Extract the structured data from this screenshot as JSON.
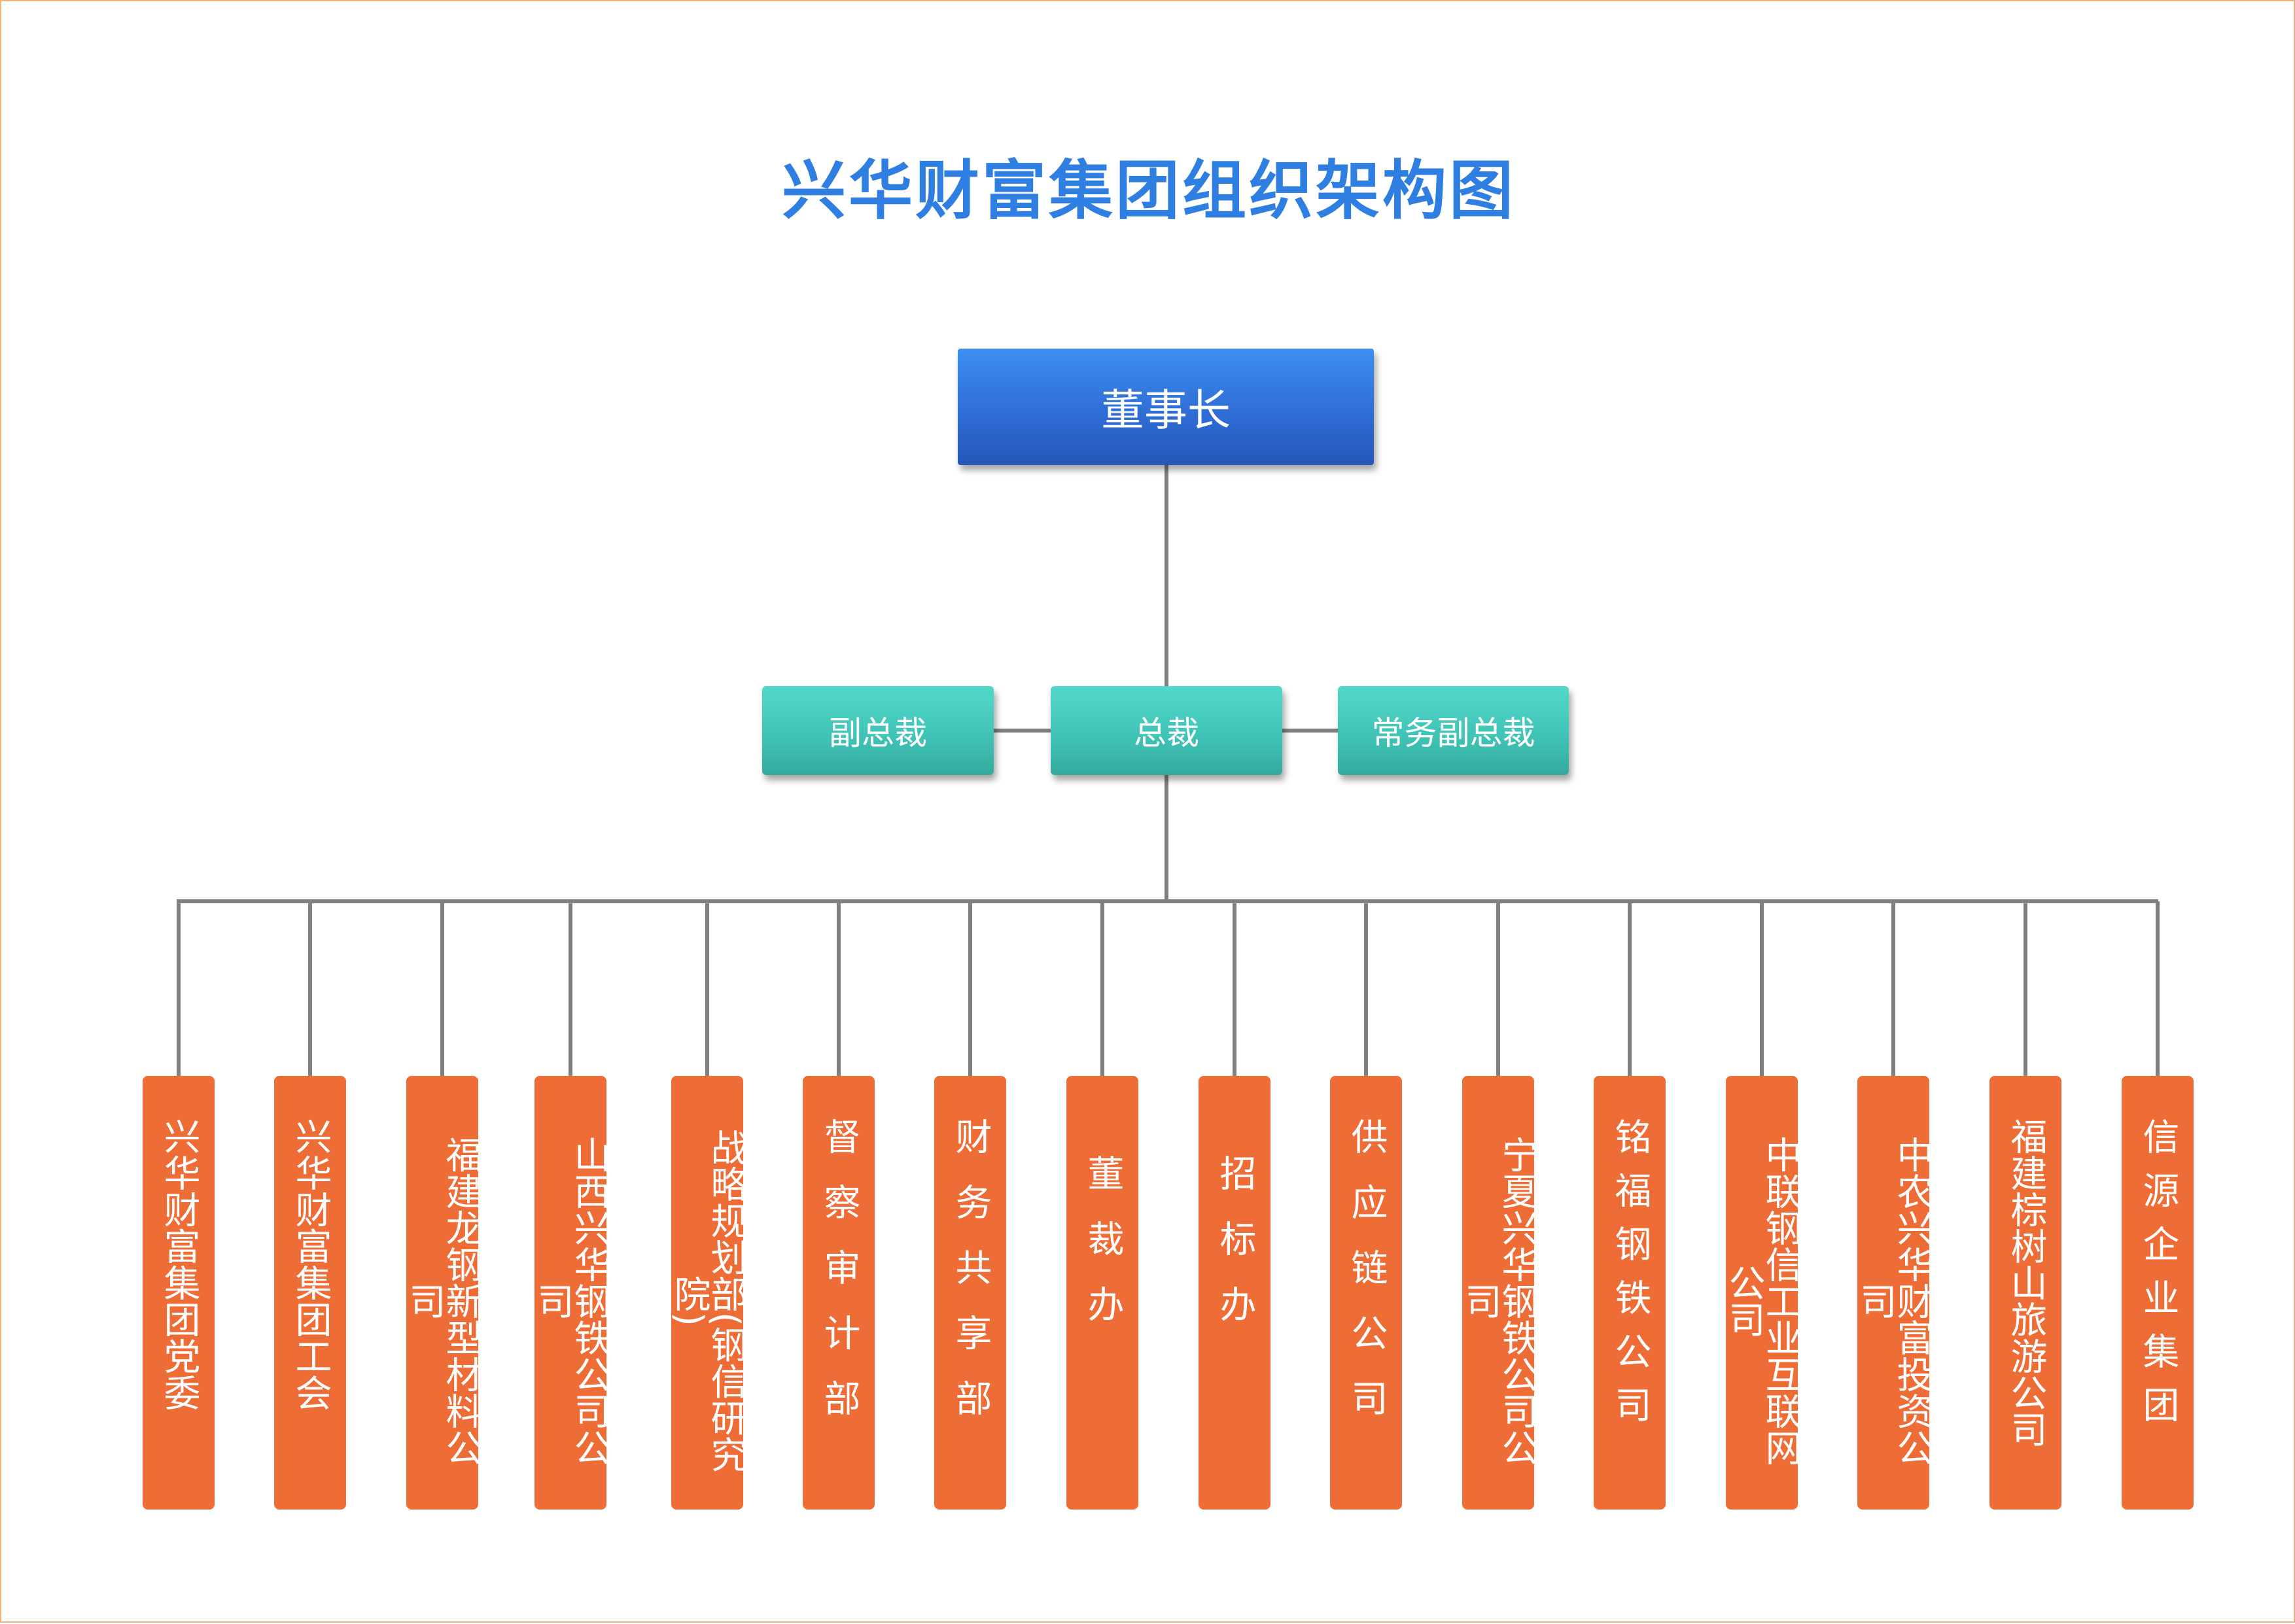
{
  "title": "兴华财富集团组织架构图",
  "chairman": {
    "label": "董事长"
  },
  "executives": [
    {
      "label": "副总裁"
    },
    {
      "label": "总裁"
    },
    {
      "label": "常务副总裁"
    }
  ],
  "departments": [
    {
      "label": "兴华财富集团党委"
    },
    {
      "label": "兴华财富集团工会"
    },
    {
      "label": "福建龙钢新型材料公司"
    },
    {
      "label": "山西兴华钢铁公司公司"
    },
    {
      "label": "战略规划部(钢信研究院)"
    },
    {
      "label": "督察审计部"
    },
    {
      "label": "财务共享部"
    },
    {
      "label": "董裁办"
    },
    {
      "label": "招标办"
    },
    {
      "label": "供应链公司"
    },
    {
      "label": "宁夏兴华钢铁公司公司"
    },
    {
      "label": "铭福钢铁公司"
    },
    {
      "label": "中联钢信工业互联网公司"
    },
    {
      "label": "中农兴华财富投资公司"
    },
    {
      "label": "福建棕树山旅游公司"
    },
    {
      "label": "信源企业集团"
    }
  ],
  "colors": {
    "title": "#2f7fe3",
    "chairman": "#2f6ed6",
    "executives": "#3fc2b5",
    "departments": "#ee6d36",
    "connectors": "#808080",
    "page_border": "#f2b07a"
  }
}
